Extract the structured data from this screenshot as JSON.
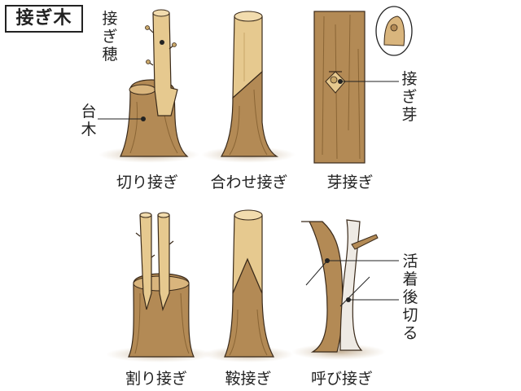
{
  "title": "接ぎ木",
  "labels": {
    "scion": "接ぎ穂",
    "rootstock": "台木",
    "bud": "接ぎ芽",
    "living": "活着後切る"
  },
  "methods": [
    {
      "id": "cleft_side",
      "label": "切り接ぎ"
    },
    {
      "id": "splice",
      "label": "合わせ接ぎ"
    },
    {
      "id": "bud",
      "label": "芽接ぎ"
    },
    {
      "id": "cleft",
      "label": "割り接ぎ"
    },
    {
      "id": "saddle",
      "label": "鞍接ぎ"
    },
    {
      "id": "approach",
      "label": "呼び接ぎ"
    }
  ],
  "colors": {
    "stock": "#b38a55",
    "stock_dark": "#8a6535",
    "scion": "#e6c98f",
    "scion_dark": "#c9a86a",
    "soil": "#c7b49a",
    "outline": "#3a2a1a",
    "white_bark": "#eeeae4"
  }
}
